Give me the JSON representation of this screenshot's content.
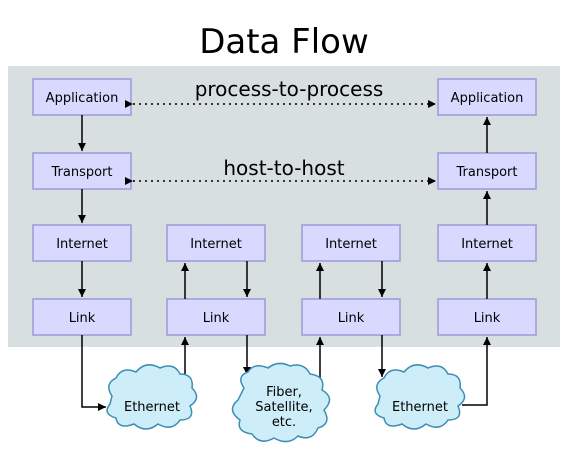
{
  "title": "Data Flow",
  "links": {
    "process": "process-to-process",
    "host": "host-to-host"
  },
  "layers": {
    "application": "Application",
    "transport": "Transport",
    "internet": "Internet",
    "link": "Link"
  },
  "clouds": {
    "left": "Ethernet",
    "middle": [
      "Fiber,",
      "Satellite,",
      "etc."
    ],
    "right": "Ethernet"
  },
  "colors": {
    "panel": "#d8dfe0",
    "box_fill": "#d9d9ff",
    "box_stroke": "#9a9ad8",
    "cloud_fill": "#cdeef8",
    "cloud_stroke": "#3c8fb3"
  }
}
